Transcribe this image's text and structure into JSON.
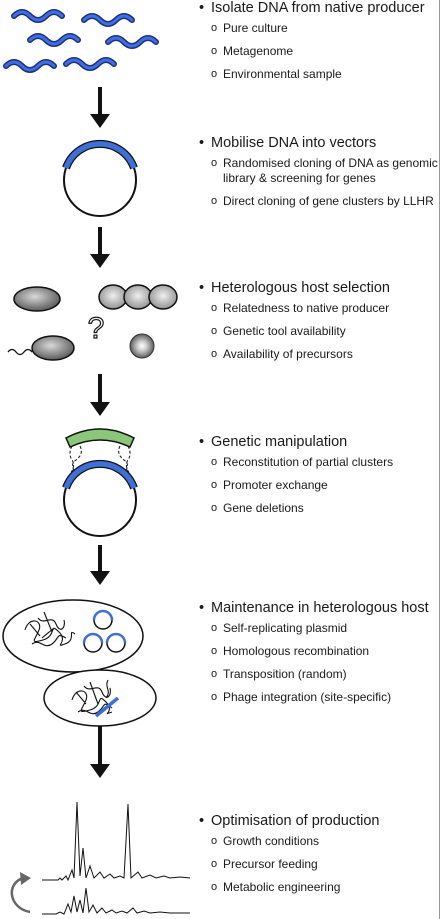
{
  "steps": [
    {
      "title": "Isolate DNA from native producer",
      "items": [
        "Pure culture",
        "Metagenome",
        "Environmental sample"
      ]
    },
    {
      "title": "Mobilise DNA into vectors",
      "items": [
        "Randomised cloning of DNA as genomic library & screening for genes",
        "Direct cloning of gene clusters by LLHR"
      ]
    },
    {
      "title": "Heterologous host selection",
      "items": [
        "Relatedness to native producer",
        "Genetic tool availability",
        "Availability of precursors"
      ]
    },
    {
      "title": "Genetic manipulation",
      "items": [
        "Reconstitution of partial clusters",
        "Promoter exchange",
        "Gene deletions"
      ]
    },
    {
      "title": "Maintenance in heterologous host",
      "items": [
        "Self-replicating plasmid",
        "Homologous recombination",
        "Transposition (random)",
        "Phage integration (site-specific)"
      ]
    },
    {
      "title": "Optimisation of production",
      "items": [
        "Growth conditions",
        "Precursor feeding",
        "Metabolic engineering"
      ]
    }
  ],
  "question_mark": "?",
  "colors": {
    "dna_blue": "#2f5fcf",
    "plasmid_blue": "#3d6fd6",
    "insert_green": "#8bc77a",
    "arrow": "#111111"
  }
}
